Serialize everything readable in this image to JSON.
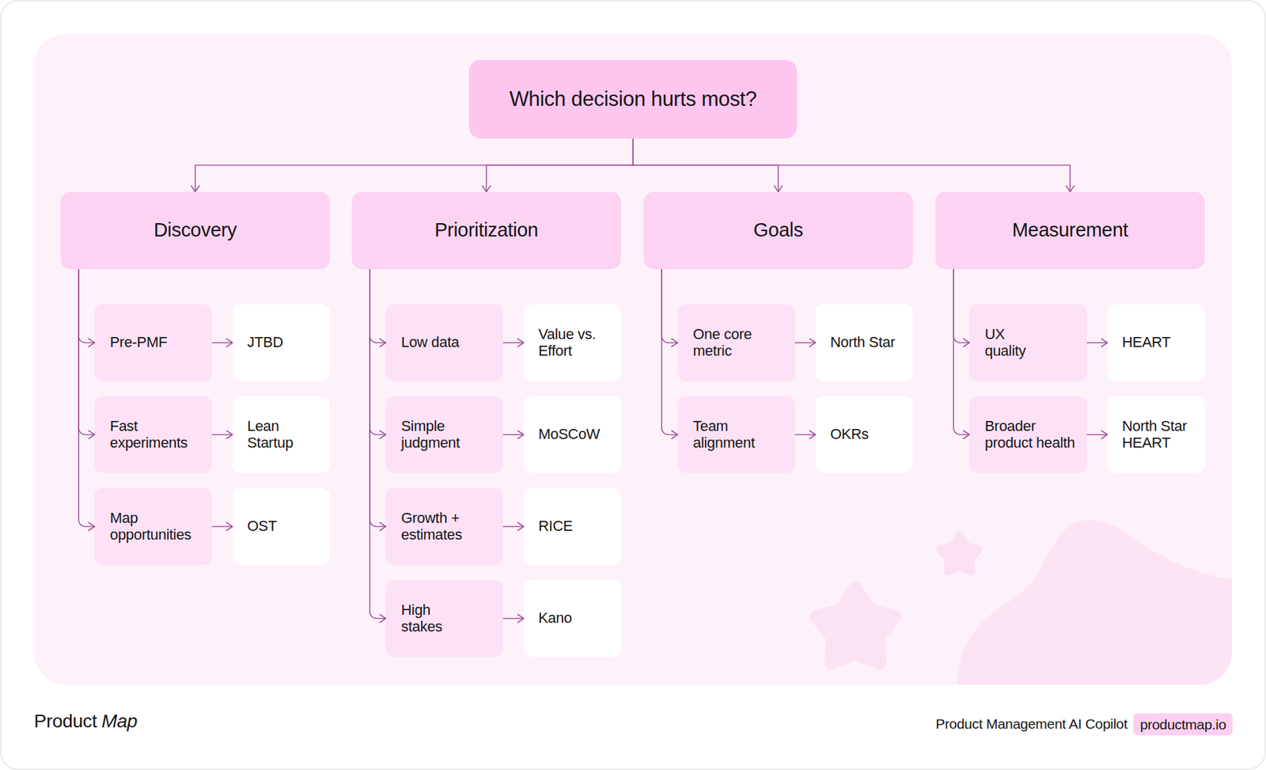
{
  "diagram": {
    "nodes": [
      {
        "text": [
          "Which decision hurts most?"
        ]
      },
      {
        "text": [
          "Discovery"
        ]
      },
      {
        "text": [
          "Prioritization"
        ]
      },
      {
        "text": [
          "Goals"
        ]
      },
      {
        "text": [
          "Measurement"
        ]
      },
      {
        "text": [
          "Pre-PMF"
        ]
      },
      {
        "text": [
          "JTBD"
        ]
      },
      {
        "text": [
          "Fast experiments"
        ]
      },
      {
        "text": [
          "Lean Startup"
        ]
      },
      {
        "text": [
          "Map opportunities"
        ]
      },
      {
        "text": [
          "OST"
        ]
      },
      {
        "text": [
          "Low data"
        ]
      },
      {
        "text": [
          "Value vs. Effort"
        ]
      },
      {
        "text": [
          "Simple judgment"
        ]
      },
      {
        "text": [
          "MoSCoW"
        ]
      },
      {
        "text": [
          "Growth + estimates"
        ]
      },
      {
        "text": [
          "RICE"
        ]
      },
      {
        "text": [
          "High stakes"
        ]
      },
      {
        "text": [
          "Kano"
        ]
      },
      {
        "text": [
          "One core metric"
        ]
      },
      {
        "text": [
          "North Star"
        ]
      },
      {
        "text": [
          "Team alignment"
        ]
      },
      {
        "text": [
          "OKRs"
        ]
      },
      {
        "text": [
          "UX quality"
        ]
      },
      {
        "text": [
          "HEART"
        ]
      },
      {
        "text": [
          "Broader product health"
        ]
      },
      {
        "text": [
          "North Star HEART"
        ]
      },
      {
        "text": [
          "productmap.io"
        ]
      }
    ],
    "edges": [
      {
        "from": 0,
        "to": 1,
        "arrow": "to"
      },
      {
        "from": 0,
        "to": 2,
        "arrow": "to"
      },
      {
        "from": 0,
        "to": 3,
        "arrow": "to"
      },
      {
        "from": 0,
        "to": 4,
        "arrow": "to"
      },
      {
        "from": 1,
        "to": 5,
        "arrow": "to"
      },
      {
        "from": 1,
        "to": 7,
        "arrow": "to"
      },
      {
        "from": 1,
        "to": 9,
        "arrow": "to"
      },
      {
        "from": 5,
        "to": 6,
        "arrow": "to"
      },
      {
        "from": 7,
        "to": 8,
        "arrow": "to"
      },
      {
        "from": 9,
        "to": 10,
        "arrow": "to"
      },
      {
        "from": 2,
        "to": 11,
        "arrow": "to"
      },
      {
        "from": 2,
        "to": 13,
        "arrow": "to"
      },
      {
        "from": 2,
        "to": 15,
        "arrow": "to"
      },
      {
        "from": 2,
        "to": 17,
        "arrow": "to"
      },
      {
        "from": 11,
        "to": 12,
        "arrow": "to"
      },
      {
        "from": 13,
        "to": 14,
        "arrow": "to"
      },
      {
        "from": 15,
        "to": 16,
        "arrow": "to"
      },
      {
        "from": 17,
        "to": 18,
        "arrow": "to"
      },
      {
        "from": 3,
        "to": 19,
        "arrow": "to"
      },
      {
        "from": 3,
        "to": 21,
        "arrow": "to"
      },
      {
        "from": 19,
        "to": 20,
        "arrow": "to"
      },
      {
        "from": 21,
        "to": 22,
        "arrow": "to"
      },
      {
        "from": 4,
        "to": 23,
        "arrow": "to"
      },
      {
        "from": 4,
        "to": 25,
        "arrow": "to"
      },
      {
        "from": 23,
        "to": 24,
        "arrow": "to"
      },
      {
        "from": 25,
        "to": 26,
        "arrow": "to"
      }
    ],
    "labels": [
      "Product",
      "Map",
      "Product Management AI Copilot"
    ]
  }
}
